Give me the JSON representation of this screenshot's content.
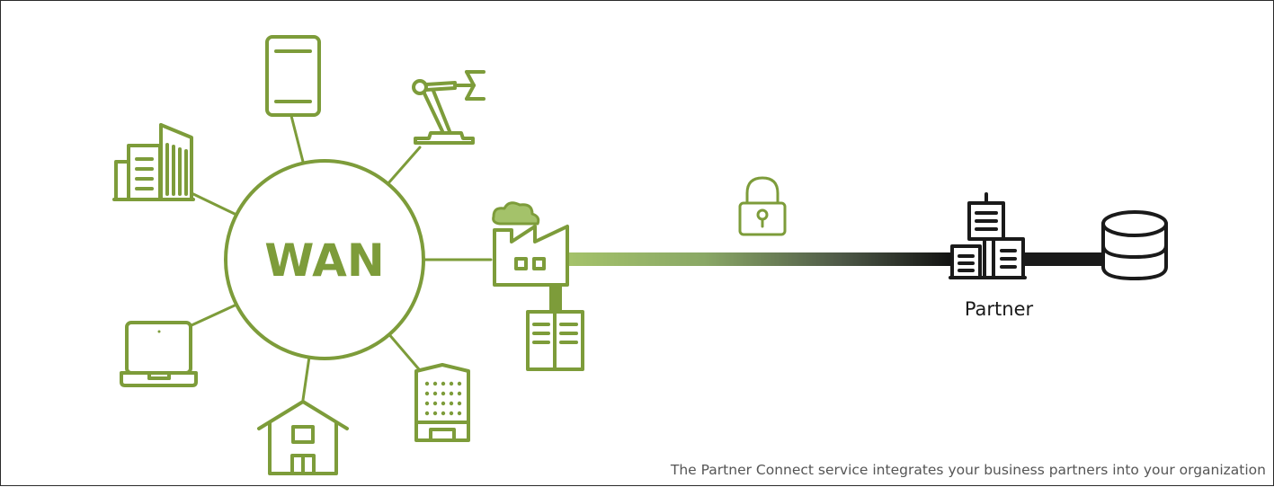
{
  "hub": {
    "label": "WAN"
  },
  "partner": {
    "label": "Partner"
  },
  "caption": "The Partner Connect service integrates your business partners into your organization",
  "colors": {
    "accent": "#7d9c3a",
    "light_accent": "#a4c26a",
    "dark": "#1a1a1a",
    "caption": "#555555"
  },
  "icons": [
    "office-buildings-icon",
    "tablet-icon",
    "robot-arm-icon",
    "laptop-icon",
    "house-icon",
    "apartment-building-icon",
    "factory-icon",
    "warehouse-icon",
    "lock-icon",
    "partner-building-icon",
    "database-icon"
  ]
}
